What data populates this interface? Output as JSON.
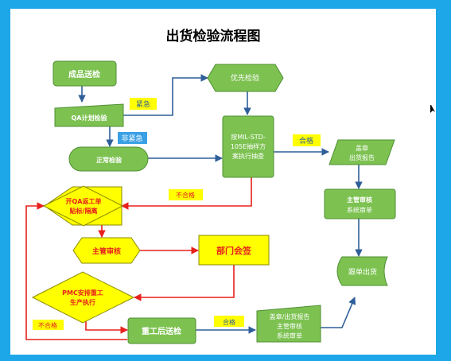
{
  "title": "出货检验流程图",
  "colors": {
    "green": "#7dc251",
    "green_stroke": "#4f8f33",
    "yellow": "#ffff00",
    "yellow_stroke": "#8a8a00",
    "blue_arrow": "#2f5f99",
    "red_arrow": "#e8201c",
    "red_text": "#e8201c",
    "blue_label": "#3aa0e6",
    "background": "#1ea7e8"
  },
  "nodes": {
    "cpsj": "成品送检",
    "qa": "QA计划检验",
    "yxjy": "优先检验",
    "zcjy": "正常检验",
    "mil_1": "按MIL-STD-",
    "mil_2": "105E抽样方",
    "mil_3": "案执行抽查",
    "gz_1": "盖章",
    "gz_2": "出货报告",
    "zgsh_1": "主管审核",
    "zgsh_2": "系统审单",
    "gdcc": "跟单出货",
    "kqa_1": "开QA返工单",
    "kqa_2": "贴标/隔离",
    "zgshy": "主管审核",
    "bmhq": "部门会签",
    "pmc_1": "PMC安排重工",
    "pmc_2": "生产执行",
    "cghsj": "重工后送检",
    "gzcb_1": "盖章/出货报告",
    "gzcb_2": "主管审核",
    "gzcb_3": "系统审单"
  },
  "labels": {
    "urgent": "紧急",
    "not_urgent": "非紧急",
    "pass1": "合格",
    "fail1": "不合格",
    "fail2": "不合格",
    "pass2": "合格"
  },
  "icons": {
    "cursor": "mouse-pointer-icon"
  }
}
